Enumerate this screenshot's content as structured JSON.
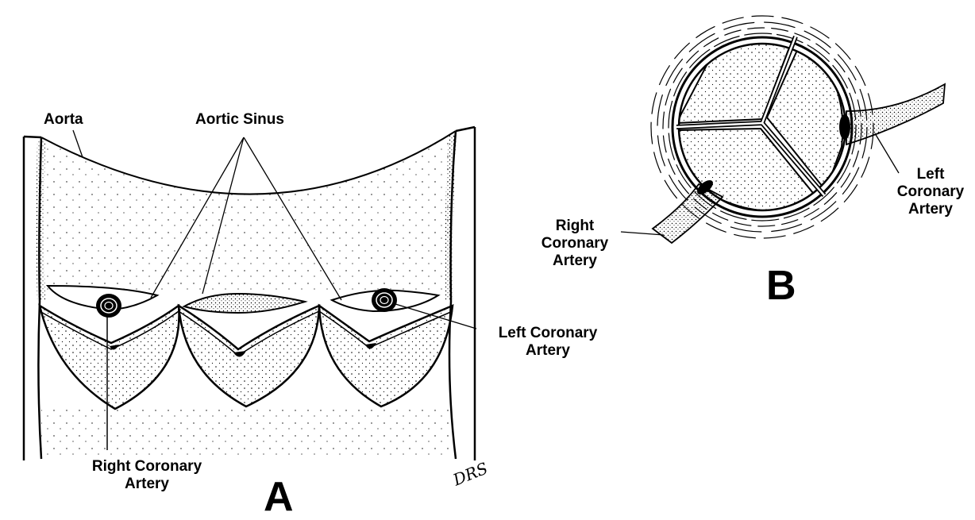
{
  "panel_a": {
    "letter": "A",
    "labels": {
      "aorta": "Aorta",
      "aortic_sinus": "Aortic Sinus",
      "left_coronary": [
        "Left Coronary",
        "Artery"
      ],
      "right_coronary": [
        "Right Coronary",
        "Artery"
      ]
    }
  },
  "panel_b": {
    "letter": "B",
    "labels": {
      "left_coronary": [
        "Left",
        "Coronary",
        "Artery"
      ],
      "right_coronary": [
        "Right",
        "Coronary",
        "Artery"
      ]
    }
  },
  "signature": "DRS",
  "colors": {
    "ink": "#000000",
    "paper": "#ffffff"
  }
}
